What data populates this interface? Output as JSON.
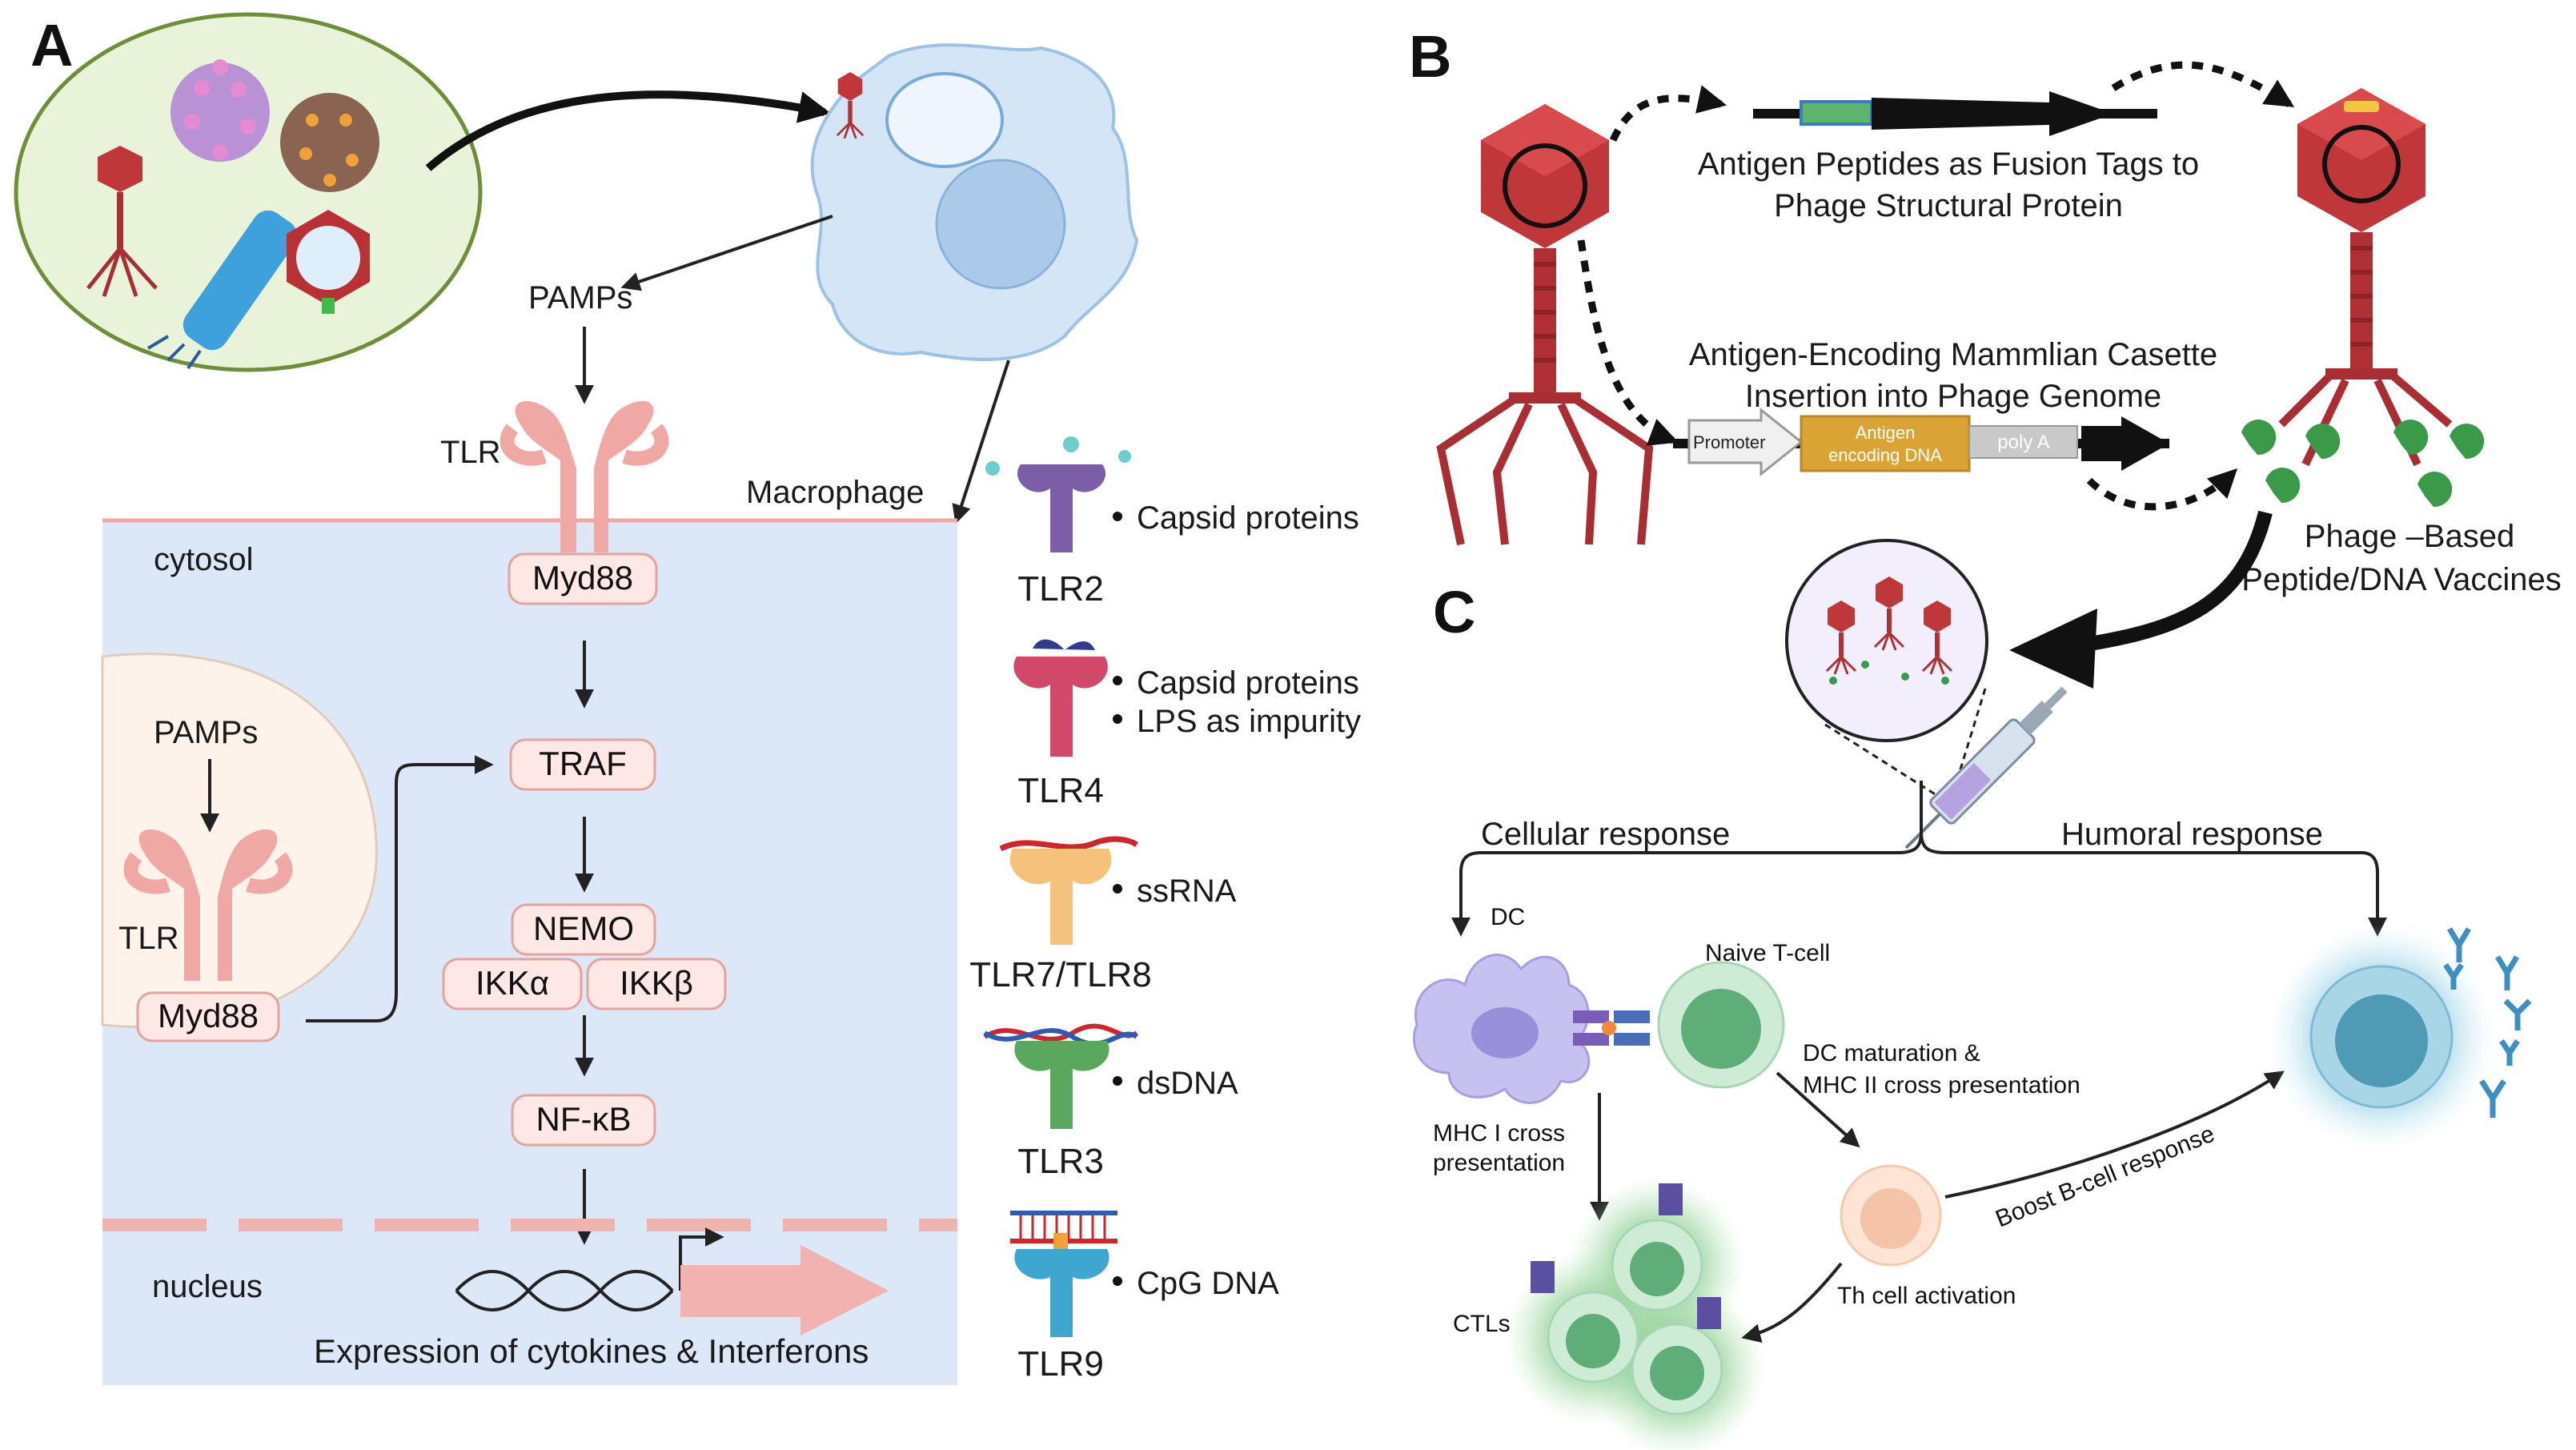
{
  "panels": {
    "a": "A",
    "b": "B",
    "c": "C"
  },
  "panel_a": {
    "pamps_top": "PAMPs",
    "tlr_top": "TLR",
    "macrophage": "Macrophage",
    "cytosol": "cytosol",
    "nucleus": "nucleus",
    "myd88_top": "Myd88",
    "traf": "TRAF",
    "nemo": "NEMO",
    "ikka": "IKKα",
    "ikkb": "IKKβ",
    "nfkb": "NF-κB",
    "pamps_vesicle": "PAMPs",
    "tlr_vesicle": "TLR",
    "myd88_vesicle": "Myd88",
    "expression": "Expression of cytokines & Interferons"
  },
  "receptors": [
    {
      "name": "TLR2",
      "ligands": [
        "Capsid proteins"
      ],
      "color": "#7b5ea7"
    },
    {
      "name": "TLR4",
      "ligands": [
        "Capsid proteins",
        "LPS as impurity"
      ],
      "color": "#d2486a"
    },
    {
      "name": "TLR7/TLR8",
      "ligands": [
        "ssRNA"
      ],
      "color": "#f4c27a"
    },
    {
      "name": "TLR3",
      "ligands": [
        "dsDNA"
      ],
      "color": "#5aa75e"
    },
    {
      "name": "TLR9",
      "ligands": [
        "CpG DNA"
      ],
      "color": "#3fa6cf"
    }
  ],
  "panel_b": {
    "fusion_line1": "Antigen Peptides as Fusion Tags to",
    "fusion_line2": "Phage Structural Protein",
    "insertion_line1": "Antigen-Encoding Mammlian Casette",
    "insertion_line2": "Insertion into Phage Genome",
    "promoter": "Promoter",
    "antigen_dna_line1": "Antigen",
    "antigen_dna_line2": "encoding DNA",
    "poly_a": "poly A",
    "vaccine_line1": "Phage –Based",
    "vaccine_line2": "Peptide/DNA Vaccines"
  },
  "panel_c": {
    "cellular": "Cellular  response",
    "humoral": "Humoral response",
    "dc": "DC",
    "naive_t": "Naive T-cell",
    "dc_maturation_line1": "DC maturation &",
    "dc_maturation_line2": "MHC II cross presentation",
    "mhc1_line1": "MHC I cross",
    "mhc1_line2": "presentation",
    "ctls": "CTLs",
    "th_activation": "Th cell activation",
    "boost": "Boost B-cell response"
  },
  "colors": {
    "cytosol_bg": "#dce8f8",
    "vesicle_bg": "#fdf3ea",
    "virus_oval_bg": "#e9f3d9",
    "phage_red": "#c0373a",
    "receptor_pink": "#f0a8a4",
    "macrophage_blue": "#d4e6f6"
  }
}
